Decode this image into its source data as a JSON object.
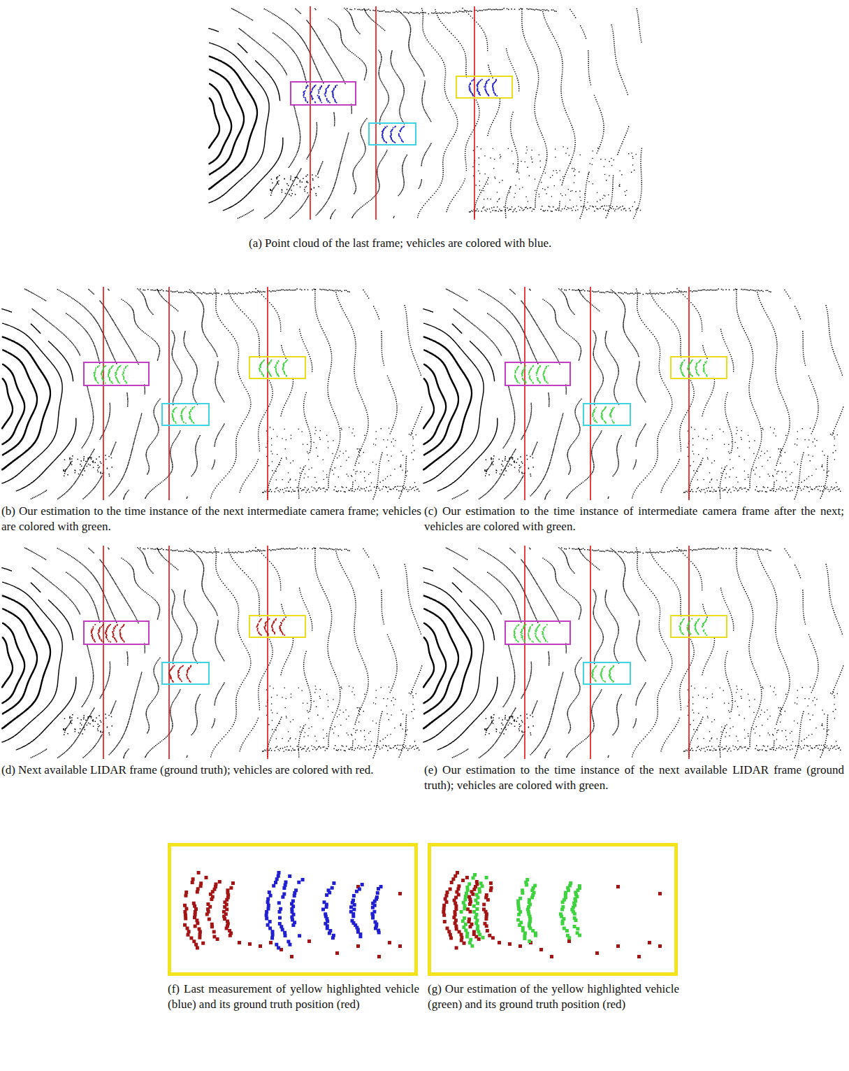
{
  "diagram": {
    "labels": [
      "(a) Point cloud of the last frame; vehicles are colored with blue.",
      "(b) Our estimation to the time instance of the next intermediate camera frame; vehicles are colored with green.",
      "(c) Our estimation to the time instance of intermediate camera frame after the next; vehicles are colored with green.",
      "(d) Next available LIDAR frame (ground truth); vehicles are colored with red.",
      "(e) Our estimation to the time instance of the next available LIDAR frame (ground truth); vehicles are colored with green.",
      "(f) Last measurement of yellow highlighted vehicle (blue) and its ground truth position (red)",
      "(g) Our estimation of the yellow highlighted vehicle (green) and its ground truth position (red)"
    ]
  }
}
